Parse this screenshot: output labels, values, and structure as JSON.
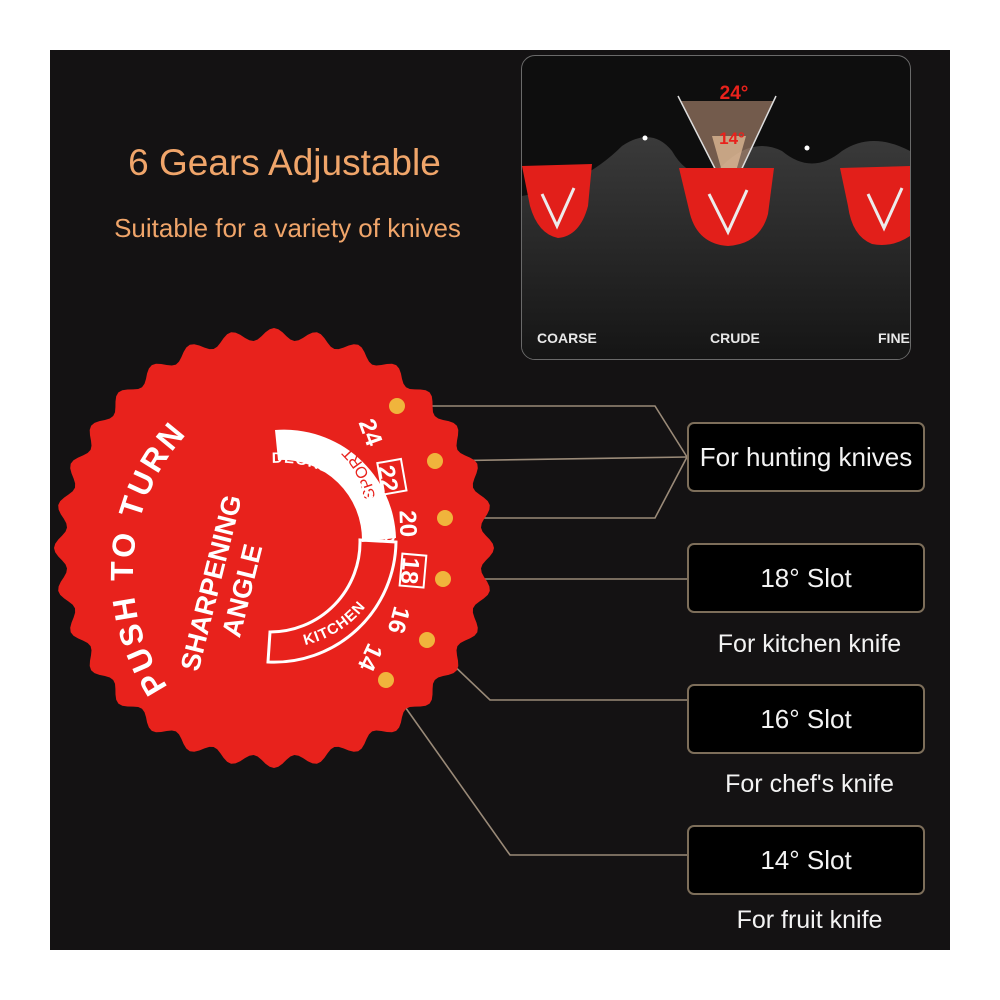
{
  "header": {
    "title": "6 Gears Adjustable",
    "subtitle": "Suitable for a variety of knives"
  },
  "inset": {
    "angle_high": "24°",
    "angle_low": "14°",
    "slots": [
      "COARSE",
      "CRUDE",
      "FINE"
    ]
  },
  "dial": {
    "outer_text": "PUSH TO TURN",
    "inner_text_1": "SHARPENING",
    "inner_text_2": "ANGLE",
    "arc_label_sport": "SPORT",
    "arc_label_per_side": "DEGREES PER SIDE",
    "arc_label_kitchen": "KITCHEN",
    "angles": [
      "24",
      "22",
      "20",
      "18",
      "16",
      "14"
    ],
    "boxed_angles": [
      "22",
      "18"
    ]
  },
  "callouts": [
    {
      "label": "For hunting knives",
      "caption": ""
    },
    {
      "label": "18° Slot",
      "caption": "For kitchen knife"
    },
    {
      "label": "16° Slot",
      "caption": "For chef's knife"
    },
    {
      "label": "14° Slot",
      "caption": "For fruit knife"
    }
  ],
  "colors": {
    "background": "#141213",
    "accent_text": "#f0a56a",
    "dial_red": "#e8221c",
    "marker_gold": "#f0b43c",
    "connector": "#9a8a78"
  }
}
